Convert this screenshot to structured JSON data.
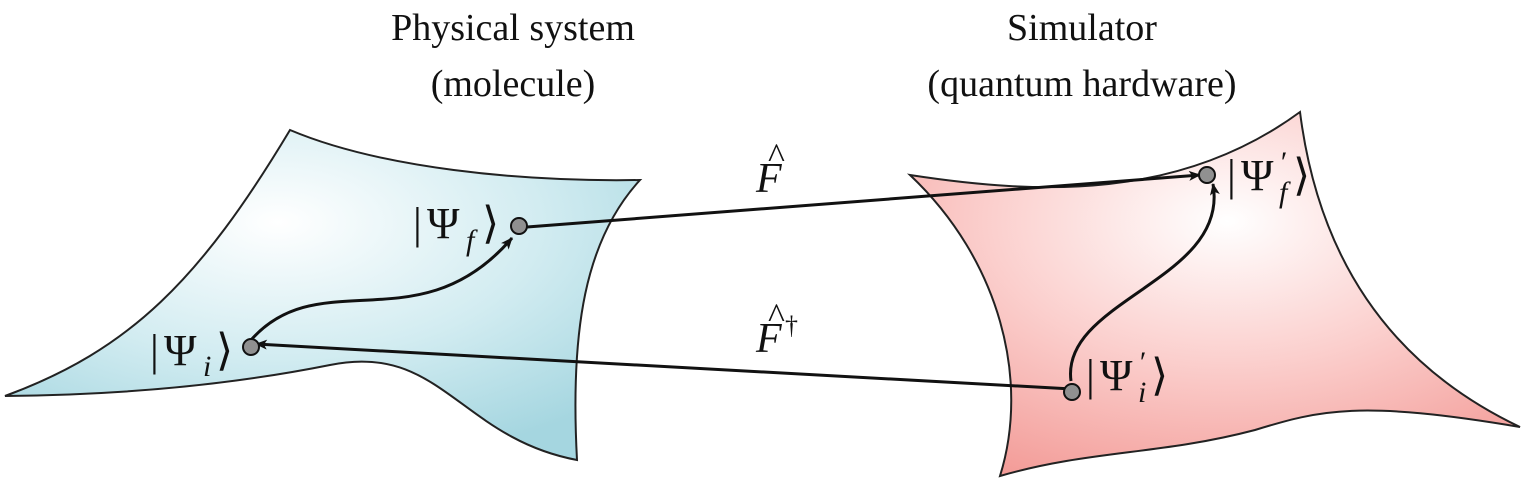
{
  "physical": {
    "title_line1": "Physical system",
    "title_line2": "(molecule)",
    "surface_color": "#b6dfe7",
    "state_initial": {
      "symbol": "Ψ",
      "subscript": "i",
      "prime": ""
    },
    "state_final": {
      "symbol": "Ψ",
      "subscript": "f",
      "prime": ""
    }
  },
  "simulator": {
    "title_line1": "Simulator",
    "title_line2": "(quantum hardware)",
    "surface_color": "#f6a5a2",
    "state_initial": {
      "symbol": "Ψ",
      "subscript": "i",
      "prime": "′"
    },
    "state_final": {
      "symbol": "Ψ",
      "subscript": "f",
      "prime": "′"
    }
  },
  "operators": {
    "forward": {
      "symbol": "F",
      "hat": "^",
      "sup": ""
    },
    "backward": {
      "symbol": "F",
      "hat": "^",
      "sup": "†"
    }
  },
  "ket": {
    "left_bar": "|",
    "right_angle": "⟩"
  },
  "point_color": "#909090"
}
